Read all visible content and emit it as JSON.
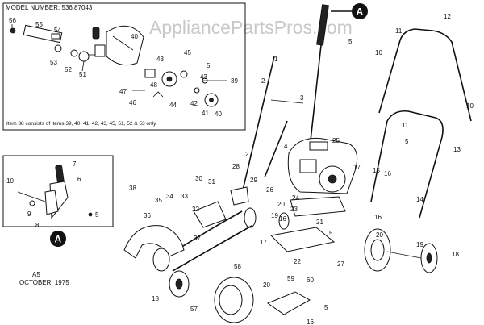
{
  "watermark": "AppliancePartsPros.com",
  "model_label": "MODEL NUMBER: 536.87043",
  "note": "Item 38 consists of items 39, 40, 41, 42, 43, 45, 51, 52 & 53 only.",
  "date_code": "A5",
  "date": "OCTOBER, 1975",
  "callout": "A",
  "parts": [
    "1",
    "2",
    "3",
    "4",
    "5",
    "6",
    "7",
    "8",
    "9",
    "10",
    "11",
    "12",
    "13",
    "14",
    "15",
    "16",
    "17",
    "18",
    "19",
    "20",
    "21",
    "22",
    "23",
    "24",
    "25",
    "26",
    "27",
    "28",
    "29",
    "30",
    "31",
    "32",
    "33",
    "34",
    "35",
    "36",
    "37",
    "38",
    "39",
    "40",
    "41",
    "42",
    "43",
    "44",
    "45",
    "46",
    "47",
    "48",
    "51",
    "52",
    "53",
    "54",
    "55",
    "56",
    "57",
    "58",
    "59",
    "60"
  ],
  "labels": [
    {
      "id": "56",
      "text": "56"
    },
    {
      "id": "55",
      "text": "55"
    },
    {
      "id": "54",
      "text": "54"
    },
    {
      "id": "53",
      "text": "53"
    },
    {
      "id": "52",
      "text": "52"
    },
    {
      "id": "51",
      "text": "51"
    },
    {
      "id": "40a",
      "text": "40"
    },
    {
      "id": "40b",
      "text": "40"
    },
    {
      "id": "43",
      "text": "43"
    },
    {
      "id": "45",
      "text": "45"
    },
    {
      "id": "5a",
      "text": "5"
    },
    {
      "id": "39",
      "text": "39"
    },
    {
      "id": "43b",
      "text": "43"
    },
    {
      "id": "42",
      "text": "42"
    },
    {
      "id": "44",
      "text": "44"
    },
    {
      "id": "41",
      "text": "41"
    },
    {
      "id": "47",
      "text": "47"
    },
    {
      "id": "46",
      "text": "46"
    },
    {
      "id": "48",
      "text": "48"
    },
    {
      "id": "7",
      "text": "7"
    },
    {
      "id": "6",
      "text": "6"
    },
    {
      "id": "10a",
      "text": "10"
    },
    {
      "id": "9",
      "text": "9"
    },
    {
      "id": "8",
      "text": "8"
    },
    {
      "id": "5b",
      "text": "5"
    },
    {
      "id": "1",
      "text": "1"
    },
    {
      "id": "2",
      "text": "2"
    },
    {
      "id": "3",
      "text": "3"
    },
    {
      "id": "4",
      "text": "4"
    },
    {
      "id": "5c",
      "text": "5"
    },
    {
      "id": "10b",
      "text": "10"
    },
    {
      "id": "11a",
      "text": "11"
    },
    {
      "id": "12",
      "text": "12"
    },
    {
      "id": "10c",
      "text": "10"
    },
    {
      "id": "11b",
      "text": "11"
    },
    {
      "id": "5d",
      "text": "5"
    },
    {
      "id": "13",
      "text": "13"
    },
    {
      "id": "15",
      "text": "15"
    },
    {
      "id": "16a",
      "text": "16"
    },
    {
      "id": "14",
      "text": "14"
    },
    {
      "id": "16b",
      "text": "16"
    },
    {
      "id": "25",
      "text": "25"
    },
    {
      "id": "27",
      "text": "27"
    },
    {
      "id": "28",
      "text": "28"
    },
    {
      "id": "29",
      "text": "29"
    },
    {
      "id": "26",
      "text": "26"
    },
    {
      "id": "17a",
      "text": "17"
    },
    {
      "id": "24",
      "text": "24"
    },
    {
      "id": "23",
      "text": "23"
    },
    {
      "id": "20a",
      "text": "20"
    },
    {
      "id": "16c",
      "text": "16"
    },
    {
      "id": "38",
      "text": "38"
    },
    {
      "id": "30",
      "text": "30"
    },
    {
      "id": "31",
      "text": "31"
    },
    {
      "id": "35",
      "text": "35"
    },
    {
      "id": "34",
      "text": "34"
    },
    {
      "id": "33",
      "text": "33"
    },
    {
      "id": "32",
      "text": "32"
    },
    {
      "id": "36",
      "text": "36"
    },
    {
      "id": "37",
      "text": "37"
    },
    {
      "id": "19a",
      "text": "19"
    },
    {
      "id": "17b",
      "text": "17"
    },
    {
      "id": "21",
      "text": "21"
    },
    {
      "id": "5e",
      "text": "5"
    },
    {
      "id": "20b",
      "text": "20"
    },
    {
      "id": "19b",
      "text": "19"
    },
    {
      "id": "18a",
      "text": "18"
    },
    {
      "id": "22",
      "text": "22"
    },
    {
      "id": "27b",
      "text": "27"
    },
    {
      "id": "58",
      "text": "58"
    },
    {
      "id": "18b",
      "text": "18"
    },
    {
      "id": "57",
      "text": "57"
    },
    {
      "id": "20c",
      "text": "20"
    },
    {
      "id": "59",
      "text": "59"
    },
    {
      "id": "60",
      "text": "60"
    },
    {
      "id": "5f",
      "text": "5"
    },
    {
      "id": "16d",
      "text": "16"
    }
  ]
}
